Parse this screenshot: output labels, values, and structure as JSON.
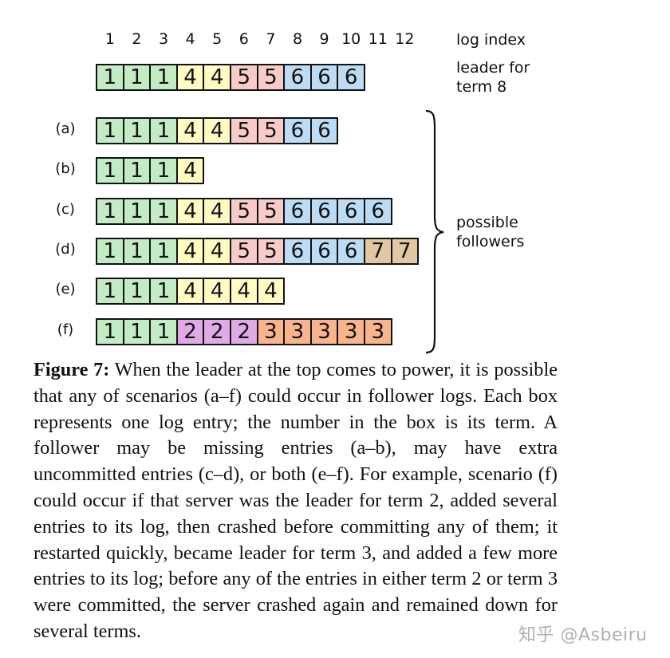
{
  "figure": {
    "log_index_label": "log index",
    "leader_label_line1": "leader for",
    "leader_label_line2": "term 8",
    "followers_label_line1": "possible",
    "followers_label_line2": "followers",
    "indices": [
      "1",
      "2",
      "3",
      "4",
      "5",
      "6",
      "7",
      "8",
      "9",
      "10",
      "11",
      "12"
    ],
    "term_colors": {
      "1": "#c4ecc4",
      "2": "#dfaae6",
      "3": "#f9b48e",
      "4": "#fffbc2",
      "5": "#f8cbcb",
      "6": "#bddcf3",
      "7": "#e2c7a2"
    },
    "leader": {
      "label": "",
      "entries": [
        1,
        1,
        1,
        4,
        4,
        5,
        5,
        6,
        6,
        6
      ]
    },
    "followers": [
      {
        "label": "(a)",
        "entries": [
          1,
          1,
          1,
          4,
          4,
          5,
          5,
          6,
          6
        ]
      },
      {
        "label": "(b)",
        "entries": [
          1,
          1,
          1,
          4
        ]
      },
      {
        "label": "(c)",
        "entries": [
          1,
          1,
          1,
          4,
          4,
          5,
          5,
          6,
          6,
          6,
          6
        ]
      },
      {
        "label": "(d)",
        "entries": [
          1,
          1,
          1,
          4,
          4,
          5,
          5,
          6,
          6,
          6,
          7,
          7
        ]
      },
      {
        "label": "(e)",
        "entries": [
          1,
          1,
          1,
          4,
          4,
          4,
          4
        ]
      },
      {
        "label": "(f)",
        "entries": [
          1,
          1,
          1,
          2,
          2,
          2,
          3,
          3,
          3,
          3,
          3
        ]
      }
    ]
  },
  "caption": {
    "label": "Figure 7:",
    "text": "When the leader at the top comes to power, it is possible that any of scenarios (a–f) could occur in follower logs. Each box represents one log entry; the number in the box is its term. A follower may be missing entries (a–b), may have extra uncommitted entries (c–d), or both (e–f). For example, scenario (f) could occur if that server was the leader for term 2, added several entries to its log, then crashed before committing any of them; it restarted quickly, became leader for term 3, and added a few more entries to its log; before any of the entries in either term 2 or term 3 were committed, the server crashed again and remained down for several terms."
  },
  "watermark": "知乎 @Asbeiru"
}
